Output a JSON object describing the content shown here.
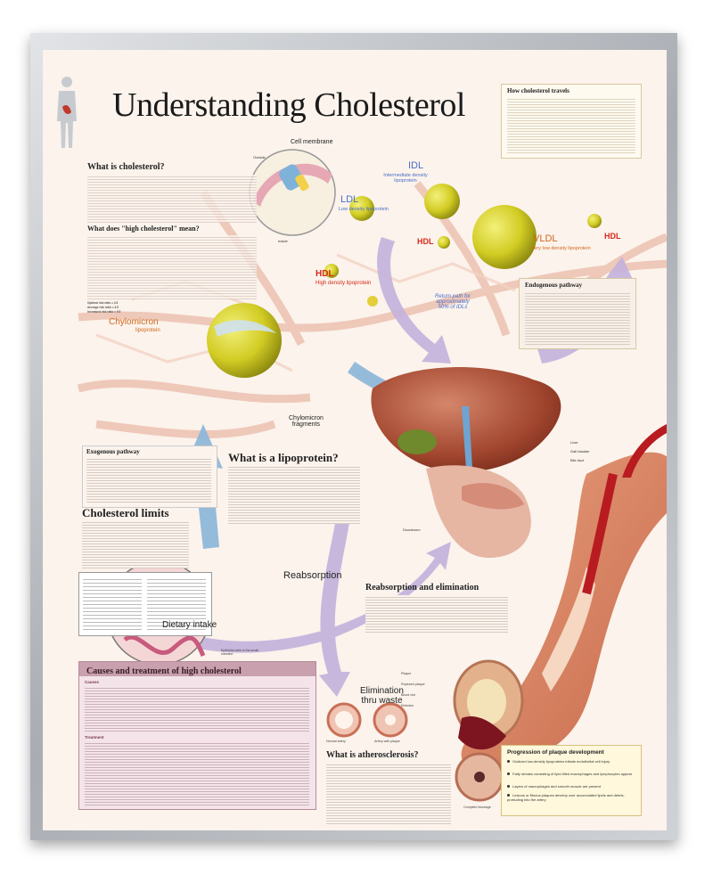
{
  "title": "Understanding Cholesterol",
  "sections": {
    "what_is": "What is cholesterol?",
    "high_chol_mean": "What does \"high cholesterol\" mean?",
    "how_travels": "How cholesterol travels",
    "endogenous": "Endogenous pathway",
    "exogenous": "Exogenous pathway",
    "limits": "Cholesterol limits",
    "lipoprotein": "What is a lipoprotein?",
    "reabsorption_elim": "Reabsorption and elimination",
    "causes": "Causes and treatment of high cholesterol",
    "atherosclerosis": "What is atherosclerosis?"
  },
  "labels": {
    "cell_membrane": "Cell membrane",
    "outside": "Outside",
    "inside": "Inside",
    "idl": "IDL",
    "idl_full": "Intermediate density lipoprotein",
    "ldl": "LDL",
    "ldl_full": "Low density lipoprotein",
    "vldl": "VLDL",
    "vldl_full": "Very low density lipoprotein",
    "hdl": "HDL",
    "hdl_full": "High density lipoprotein",
    "chylomicron": "Chylomicron",
    "chylomicron_sub": "lipoprotein",
    "return_path_1": "Return path for",
    "return_path_2": "approximately",
    "return_path_3": "50% of IDLs",
    "chylo_frag_1": "Chylomicron",
    "chylo_frag_2": "fragments",
    "reabsorption": "Reabsorption",
    "dietary_intake": "Dietary intake",
    "elimination_1": "Elimination",
    "elimination_2": "thru waste",
    "epithelial": "Epithelial cells in the small intestine",
    "normal_artery": "Normal artery",
    "artery_plaque": "Artery with plaque",
    "complete_blockage": "Complete blockage",
    "plaque": "Plaque",
    "ruptured_plaque": "Ruptured plaque",
    "blood_clot": "Blood clot",
    "embolus": "Embolus",
    "liver": "Liver",
    "gallbladder": "Gall bladder",
    "bile_duct": "Bile duct",
    "duodenum": "Duodenum"
  },
  "progression": {
    "title": "Progression of plaque development",
    "items": [
      "Oxidized low-density lipoproteins initiate endothelial cell injury",
      "Fatty streaks consisting of lipid-filled macrophages and lymphocytes appear",
      "Layers of macrophages and smooth muscle are present",
      "Lesions or fibrous plaques develop over accumulated lipids and debris, protruding into the artery"
    ]
  },
  "ratios": [
    "Optimal risk ratio = 3.5",
    "Average risk ratio = 4.5",
    "Increased risk ratio = 5.5"
  ],
  "causes_sub": [
    "Causes",
    "Treatment"
  ],
  "colors": {
    "frame": "#b7bbc0",
    "poster": "#fbf3ec",
    "accent_red": "#d42a1a",
    "lipo_yellow": "#d8d22c",
    "arrow_purple": "#b9a6d4"
  }
}
